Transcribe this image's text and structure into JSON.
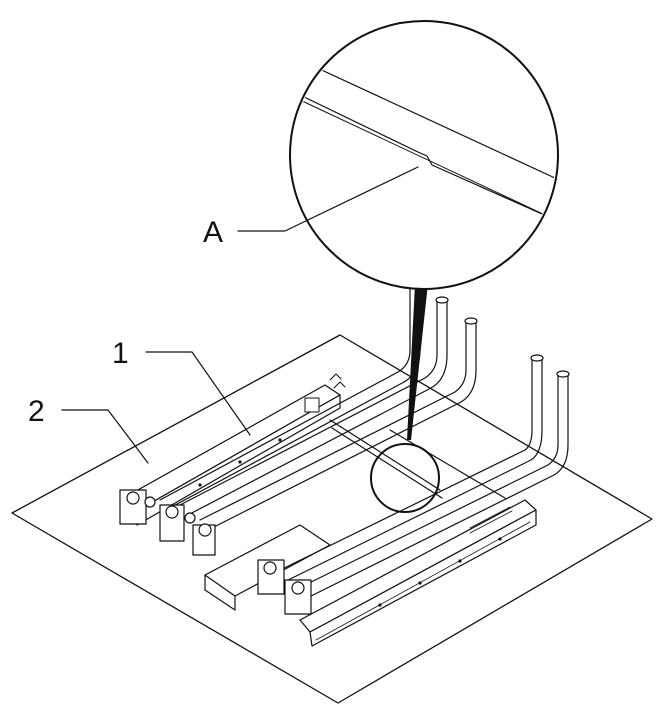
{
  "figure": {
    "type": "technical-exploded-assembly",
    "callouts": {
      "label_1": "1",
      "label_2": "2",
      "label_A": "A"
    },
    "line_color": "#111111",
    "background_color": "#ffffff"
  }
}
